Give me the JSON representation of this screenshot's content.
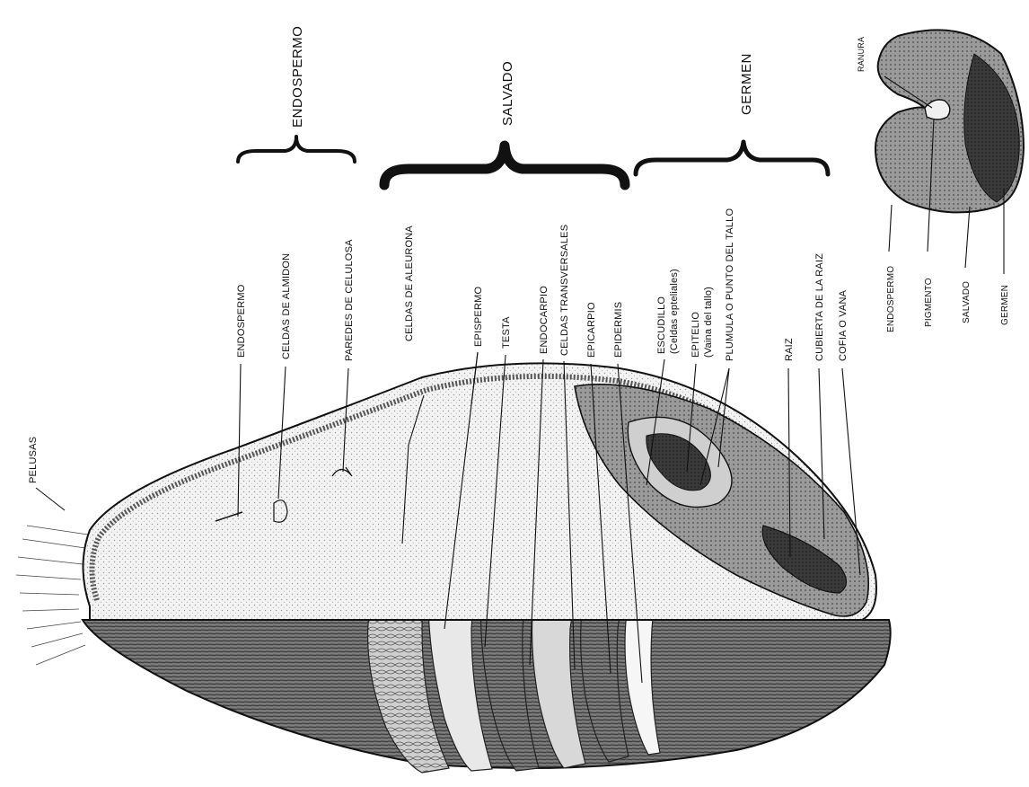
{
  "groups": {
    "endospermo": "ENDOSPERMO",
    "salvado": "SALVADO",
    "germen": "GERMEN"
  },
  "labels": {
    "endospermo": "ENDOSPERMO",
    "celdas_almidon": "CELDAS DE ALMIDON",
    "paredes_celulosa": "PAREDES DE CELULOSA",
    "celdas_aleurona": "CELDAS DE ALEURONA",
    "episperma": "EPISPERMO",
    "testa": "TESTA",
    "endocarpio": "ENDOCARPIO",
    "celdas_transversales": "CELDAS TRANSVERSALES",
    "epicarpio": "EPICARPIO",
    "epidermis": "EPIDERMIS",
    "escudillo": "ESCUDILLO",
    "escudillo_sub": "(Celdas epteliales)",
    "epitelio": "EPITELIO",
    "epitelio_sub": "(Vaina del tallo)",
    "plumula": "PLUMULA O PUNTO DEL TALLO",
    "raiz": "RAIZ",
    "cubierta_raiz": "CUBIERTA DE LA RAIZ",
    "cofia": "COFIA O VANA",
    "pelusas": "PELUSAS"
  },
  "cross_section": {
    "ranura": "RANURA",
    "endospermo": "ENDOSPERMO",
    "pigmento": "PIGMENTO",
    "salvado": "SALVADO",
    "germen": "GERMEN"
  }
}
